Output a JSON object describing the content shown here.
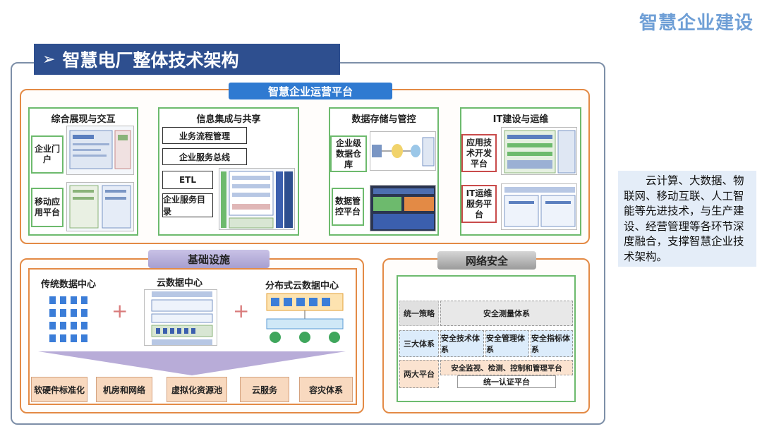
{
  "brand": "智慧企业建设",
  "title": {
    "arrow": "➢",
    "text": "智慧电厂整体技术架构"
  },
  "platform": {
    "title": "智慧企业运营平台",
    "panels": [
      {
        "title": "综合展现与交互",
        "items": [
          "企业门户",
          "移动应用平台"
        ]
      },
      {
        "title": "信息集成与共享",
        "items": [
          "业务流程管理",
          "企业服务总线",
          "ETL",
          "企业服务目录"
        ]
      },
      {
        "title": "数据存储与管控",
        "items": [
          "企业级数据仓库",
          "数据管控平台"
        ]
      },
      {
        "title": "IT建设与运维",
        "items": [
          "应用技术开发平台",
          "IT运维服务平台"
        ]
      }
    ]
  },
  "infra": {
    "title": "基础设施",
    "centers": [
      "传统数据中心",
      "云数据中心",
      "分布式云数据中心"
    ],
    "plus": "+",
    "items": [
      "软硬件标准化",
      "机房和网络",
      "虚拟化资源池",
      "云服务",
      "容灾体系"
    ]
  },
  "security": {
    "title": "网络安全",
    "rows": [
      {
        "label": "统一策略",
        "cells": [
          "安全测量体系"
        ]
      },
      {
        "label": "三大体系",
        "cells": [
          "安全技术体系",
          "安全管理体系",
          "安全指标体系"
        ]
      },
      {
        "label": "两大平台",
        "cells": [
          "安全监视、检测、控制和管理平台",
          "统一认证平台"
        ]
      }
    ]
  },
  "side_text": "云计算、大数据、物联网、移动互联、人工智能等先进技术，与生产建设、经营管理等各环节深度融合，支撑智慧企业技术架构。",
  "colors": {
    "brand": "#6f9fd6",
    "title_bg": "#2e4f8f",
    "orange": "#e38a45",
    "green": "#6dba6d",
    "blue_pill": "#2f7ad1"
  }
}
